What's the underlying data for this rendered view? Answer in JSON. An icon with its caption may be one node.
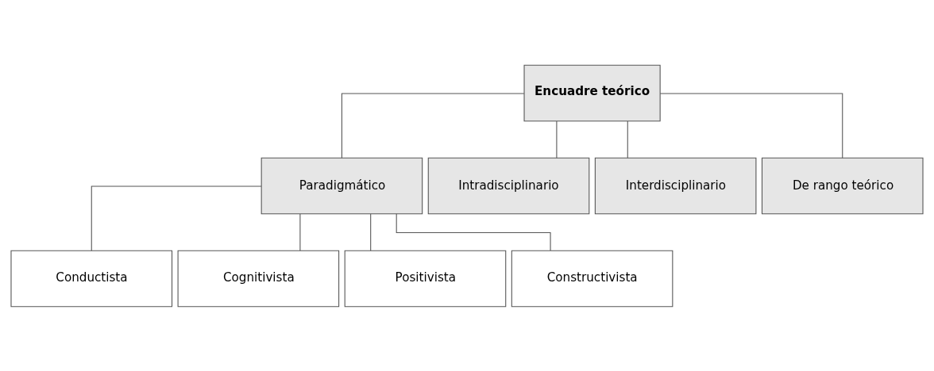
{
  "diagram": {
    "nodes": [
      {
        "text": [
          "Encuadre teórico"
        ]
      },
      {
        "text": [
          "Paradigmático"
        ]
      },
      {
        "text": [
          "Intradisciplinario"
        ]
      },
      {
        "text": [
          "Interdisciplinario"
        ]
      },
      {
        "text": [
          "De rango teórico"
        ]
      },
      {
        "text": [
          "Conductista"
        ]
      },
      {
        "text": [
          "Cognitivista"
        ]
      },
      {
        "text": [
          "Positivista"
        ]
      },
      {
        "text": [
          "Constructivista"
        ]
      }
    ],
    "edges": [
      {
        "from": 0,
        "to": 1,
        "arrow": "none"
      },
      {
        "from": 0,
        "to": 2,
        "arrow": "none"
      },
      {
        "from": 0,
        "to": 3,
        "arrow": "none"
      },
      {
        "from": 0,
        "to": 4,
        "arrow": "none"
      },
      {
        "from": 1,
        "to": 5,
        "arrow": "none"
      },
      {
        "from": 1,
        "to": 6,
        "arrow": "none"
      },
      {
        "from": 1,
        "to": 7,
        "arrow": "none"
      },
      {
        "from": 1,
        "to": 8,
        "arrow": "none"
      }
    ]
  }
}
